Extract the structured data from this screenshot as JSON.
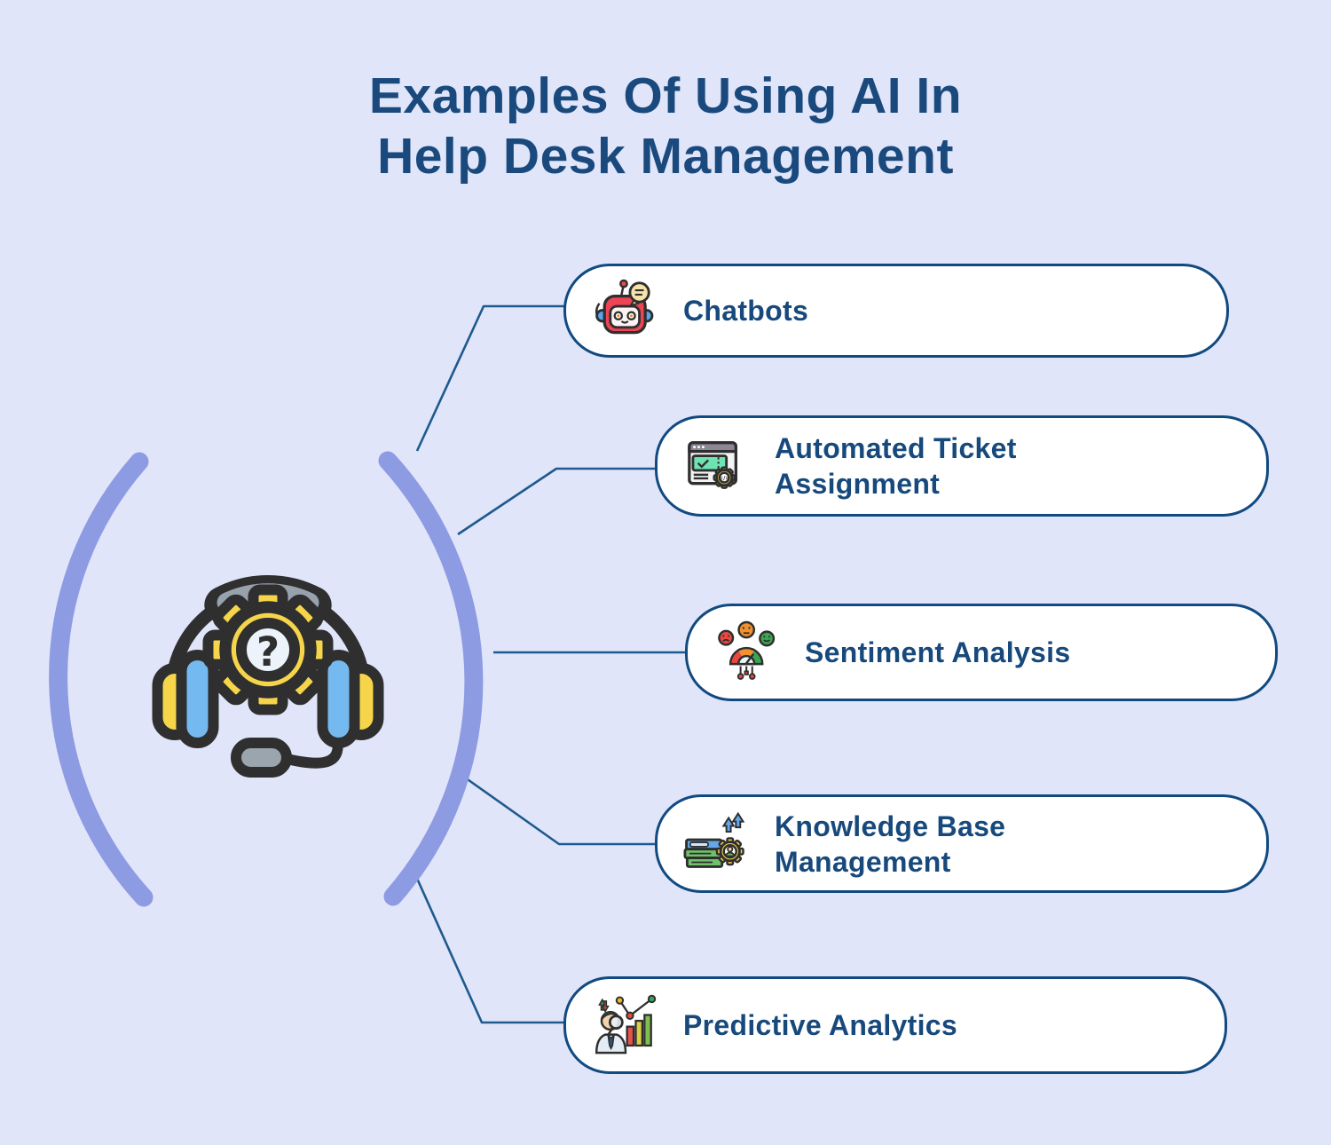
{
  "title": {
    "line1": "Examples Of Using AI In",
    "line2": "Help Desk Management"
  },
  "items": [
    {
      "id": "chatbots",
      "label": "Chatbots",
      "icon": "chatbot-robot-icon"
    },
    {
      "id": "automated-ticket-assignment",
      "label": "Automated Ticket Assignment",
      "icon": "ticket-window-gear-icon"
    },
    {
      "id": "sentiment-analysis",
      "label": "Sentiment Analysis",
      "icon": "sentiment-gauge-faces-icon"
    },
    {
      "id": "knowledge-base-management",
      "label": "Knowledge Base Management",
      "icon": "books-gear-person-icon"
    },
    {
      "id": "predictive-analytics",
      "label": "Predictive Analytics",
      "icon": "analyst-magnifier-chart-icon"
    }
  ],
  "center": {
    "icon": "headset-gear-question-icon",
    "question_mark": "?"
  },
  "colors": {
    "background": "#e1e5f9",
    "title_text": "#1a4a7d",
    "item_text": "#17497c",
    "card_border": "#114a80",
    "card_fill": "#ffffff",
    "connector_line": "#1e5a8d",
    "bracket": "#8d9be3",
    "accent_yellow": "#f6d54b",
    "accent_blue": "#74b9ef",
    "accent_red": "#e8483f",
    "accent_orange": "#f0922d",
    "accent_green": "#3aa653"
  }
}
